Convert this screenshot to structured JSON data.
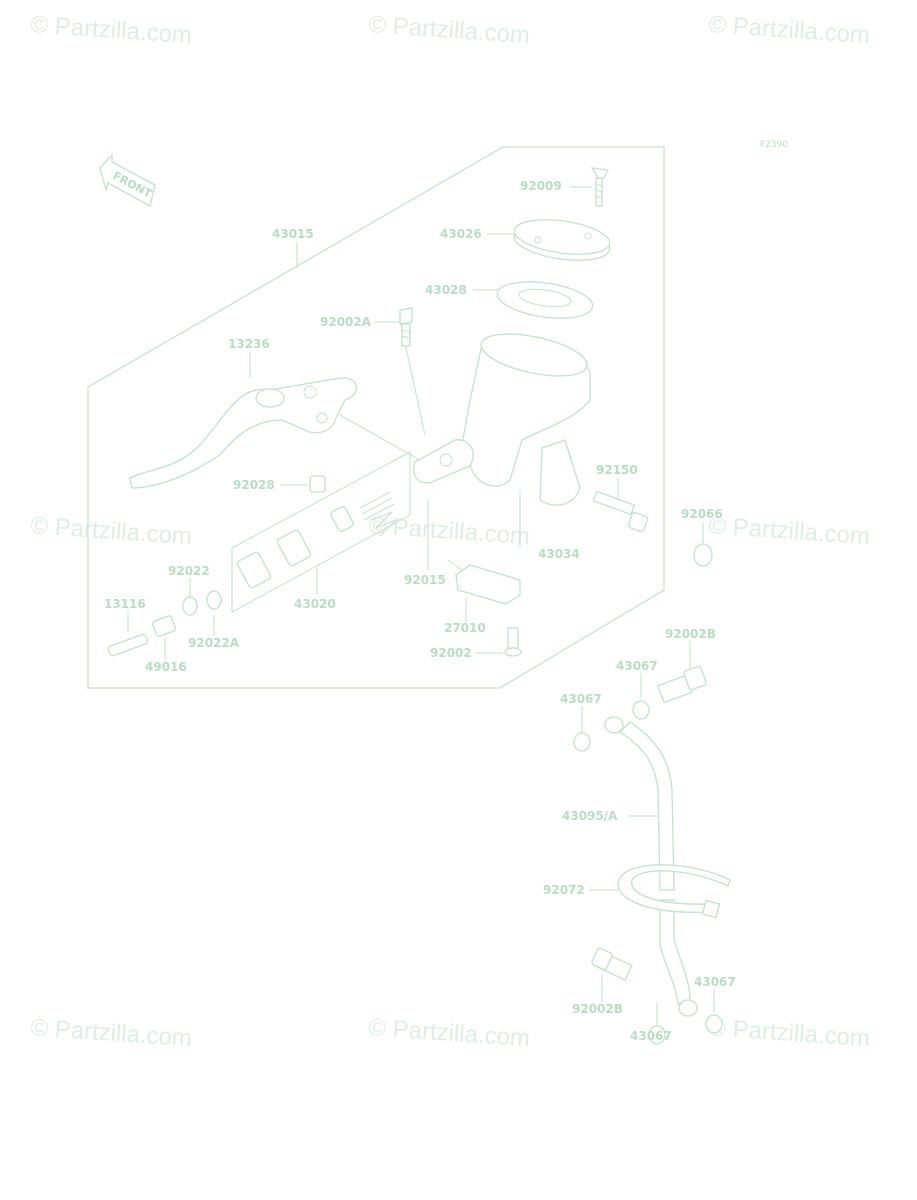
{
  "diagram": {
    "code": "F2390",
    "front_label": "FRONT",
    "labels": {
      "p43015": "43015",
      "p92009": "92009",
      "p43026a": "43026",
      "p43028": "43028",
      "p92002a": "92002A",
      "p13236": "13236",
      "p92028": "92028",
      "p92150": "92150",
      "p92066": "92066",
      "p43034": "43034",
      "p92015": "92015",
      "p92022": "92022",
      "p43020": "43020",
      "p13116": "13116",
      "p92022a": "92022A",
      "p49016": "49016",
      "p27010": "27010",
      "p92002": "92002",
      "p92002b_top": "92002B",
      "p43067_a": "43067",
      "p43067_b": "43067",
      "p43095a": "43095/A",
      "p92072": "92072",
      "p92002b_bot": "92002B",
      "p43067_c": "43067",
      "p43067_d": "43067"
    }
  },
  "watermark": {
    "text": "© Partzilla.com"
  },
  "colors": {
    "line": "#c3e2cb",
    "text": "#b9dcc2",
    "watermark": "#dfeee4"
  }
}
